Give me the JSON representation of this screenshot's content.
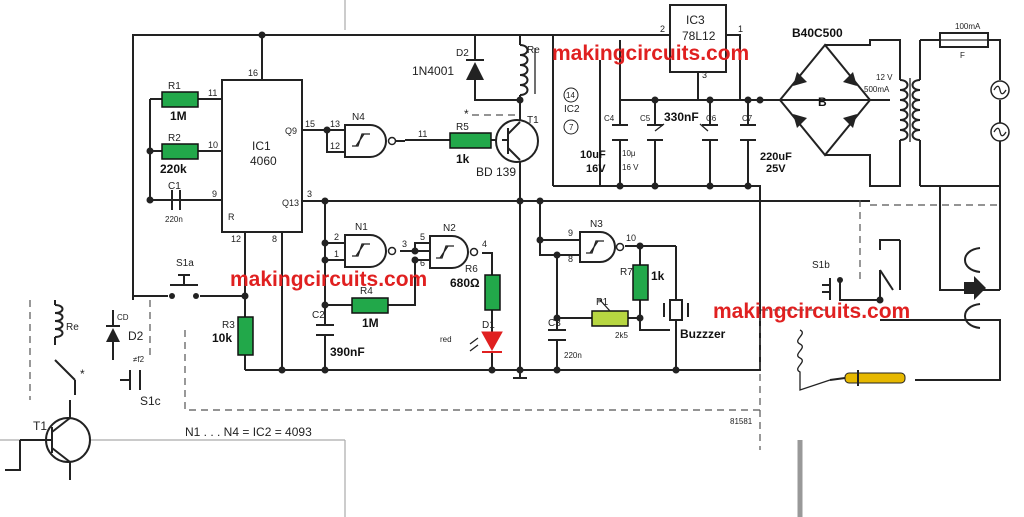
{
  "watermarks": [
    "makingcircuits.com",
    "makingcircuits.com",
    "makingcircuits.com"
  ],
  "ics": {
    "ic1": {
      "name": "IC1",
      "part": "4060",
      "pins": {
        "p16": "16",
        "p11": "11",
        "p10": "10",
        "p9": "9",
        "p12": "12",
        "p8": "8",
        "p15": "15",
        "p3": "3",
        "r": "R",
        "q9": "Q9",
        "q13": "Q13"
      }
    },
    "ic3": {
      "name": "IC3",
      "part": "78L12",
      "pins": {
        "p1": "1",
        "p2": "2",
        "p3": "3"
      }
    },
    "ic2": {
      "name": "IC2",
      "pin14": "14",
      "pin7": "7"
    }
  },
  "gates": {
    "n1": {
      "name": "N1",
      "pins": [
        "2",
        "1",
        "3"
      ]
    },
    "n2": {
      "name": "N2",
      "pins": [
        "5",
        "6",
        "4"
      ]
    },
    "n3": {
      "name": "N3",
      "pins": [
        "9",
        "8",
        "10"
      ]
    },
    "n4": {
      "name": "N4",
      "pins": [
        "13",
        "12",
        "11"
      ]
    }
  },
  "components": {
    "r1": {
      "name": "R1",
      "value": "1M"
    },
    "r2": {
      "name": "R2",
      "value": "220k"
    },
    "c1": {
      "name": "C1",
      "value": "220n"
    },
    "r3": {
      "name": "R3",
      "value": "10k"
    },
    "r4": {
      "name": "R4",
      "value": "1M"
    },
    "c2": {
      "name": "C2",
      "value": "390nF"
    },
    "r5": {
      "name": "R5",
      "value": "1k"
    },
    "t1": {
      "name": "T1",
      "part": "BD 139"
    },
    "d2": {
      "name": "D2",
      "part": "1N4001"
    },
    "re": {
      "name": "Re"
    },
    "r6": {
      "name": "R6",
      "value": "680Ω"
    },
    "d1": {
      "name": "D1",
      "color": "red"
    },
    "c3": {
      "name": "C3",
      "value": "220n"
    },
    "p1": {
      "name": "P1",
      "value": "2k5"
    },
    "r7": {
      "name": "R7",
      "value": "1k"
    },
    "buzzer": "Buzzzer",
    "c4": {
      "name": "C4",
      "value": "10uF",
      "voltage": "16V",
      "orig_value": "10μ",
      "orig_voltage": "16 V"
    },
    "c5": {
      "name": "C5"
    },
    "c6": {
      "name": "C6"
    },
    "c7": {
      "name": "C7",
      "value": "220uF",
      "voltage": "25V"
    },
    "c_note": "330nF",
    "bridge": {
      "name": "B40C500",
      "label": "B"
    },
    "fuse": {
      "value": "100mA",
      "name": "F"
    },
    "transformer": {
      "voltage": "12 V",
      "current": "500mA"
    },
    "s1a": "S1a",
    "s1b": "S1b",
    "s1c": "S1c"
  },
  "inset": {
    "re": "Re",
    "d2": "D2",
    "d2_old": "CD",
    "s1c": "S1c",
    "t1": "T1",
    "pins": "≠f2",
    "star": "*"
  },
  "star": "*",
  "footer": {
    "note": "N1 . . . N4 = IC2 = 4093",
    "code": "81581"
  }
}
